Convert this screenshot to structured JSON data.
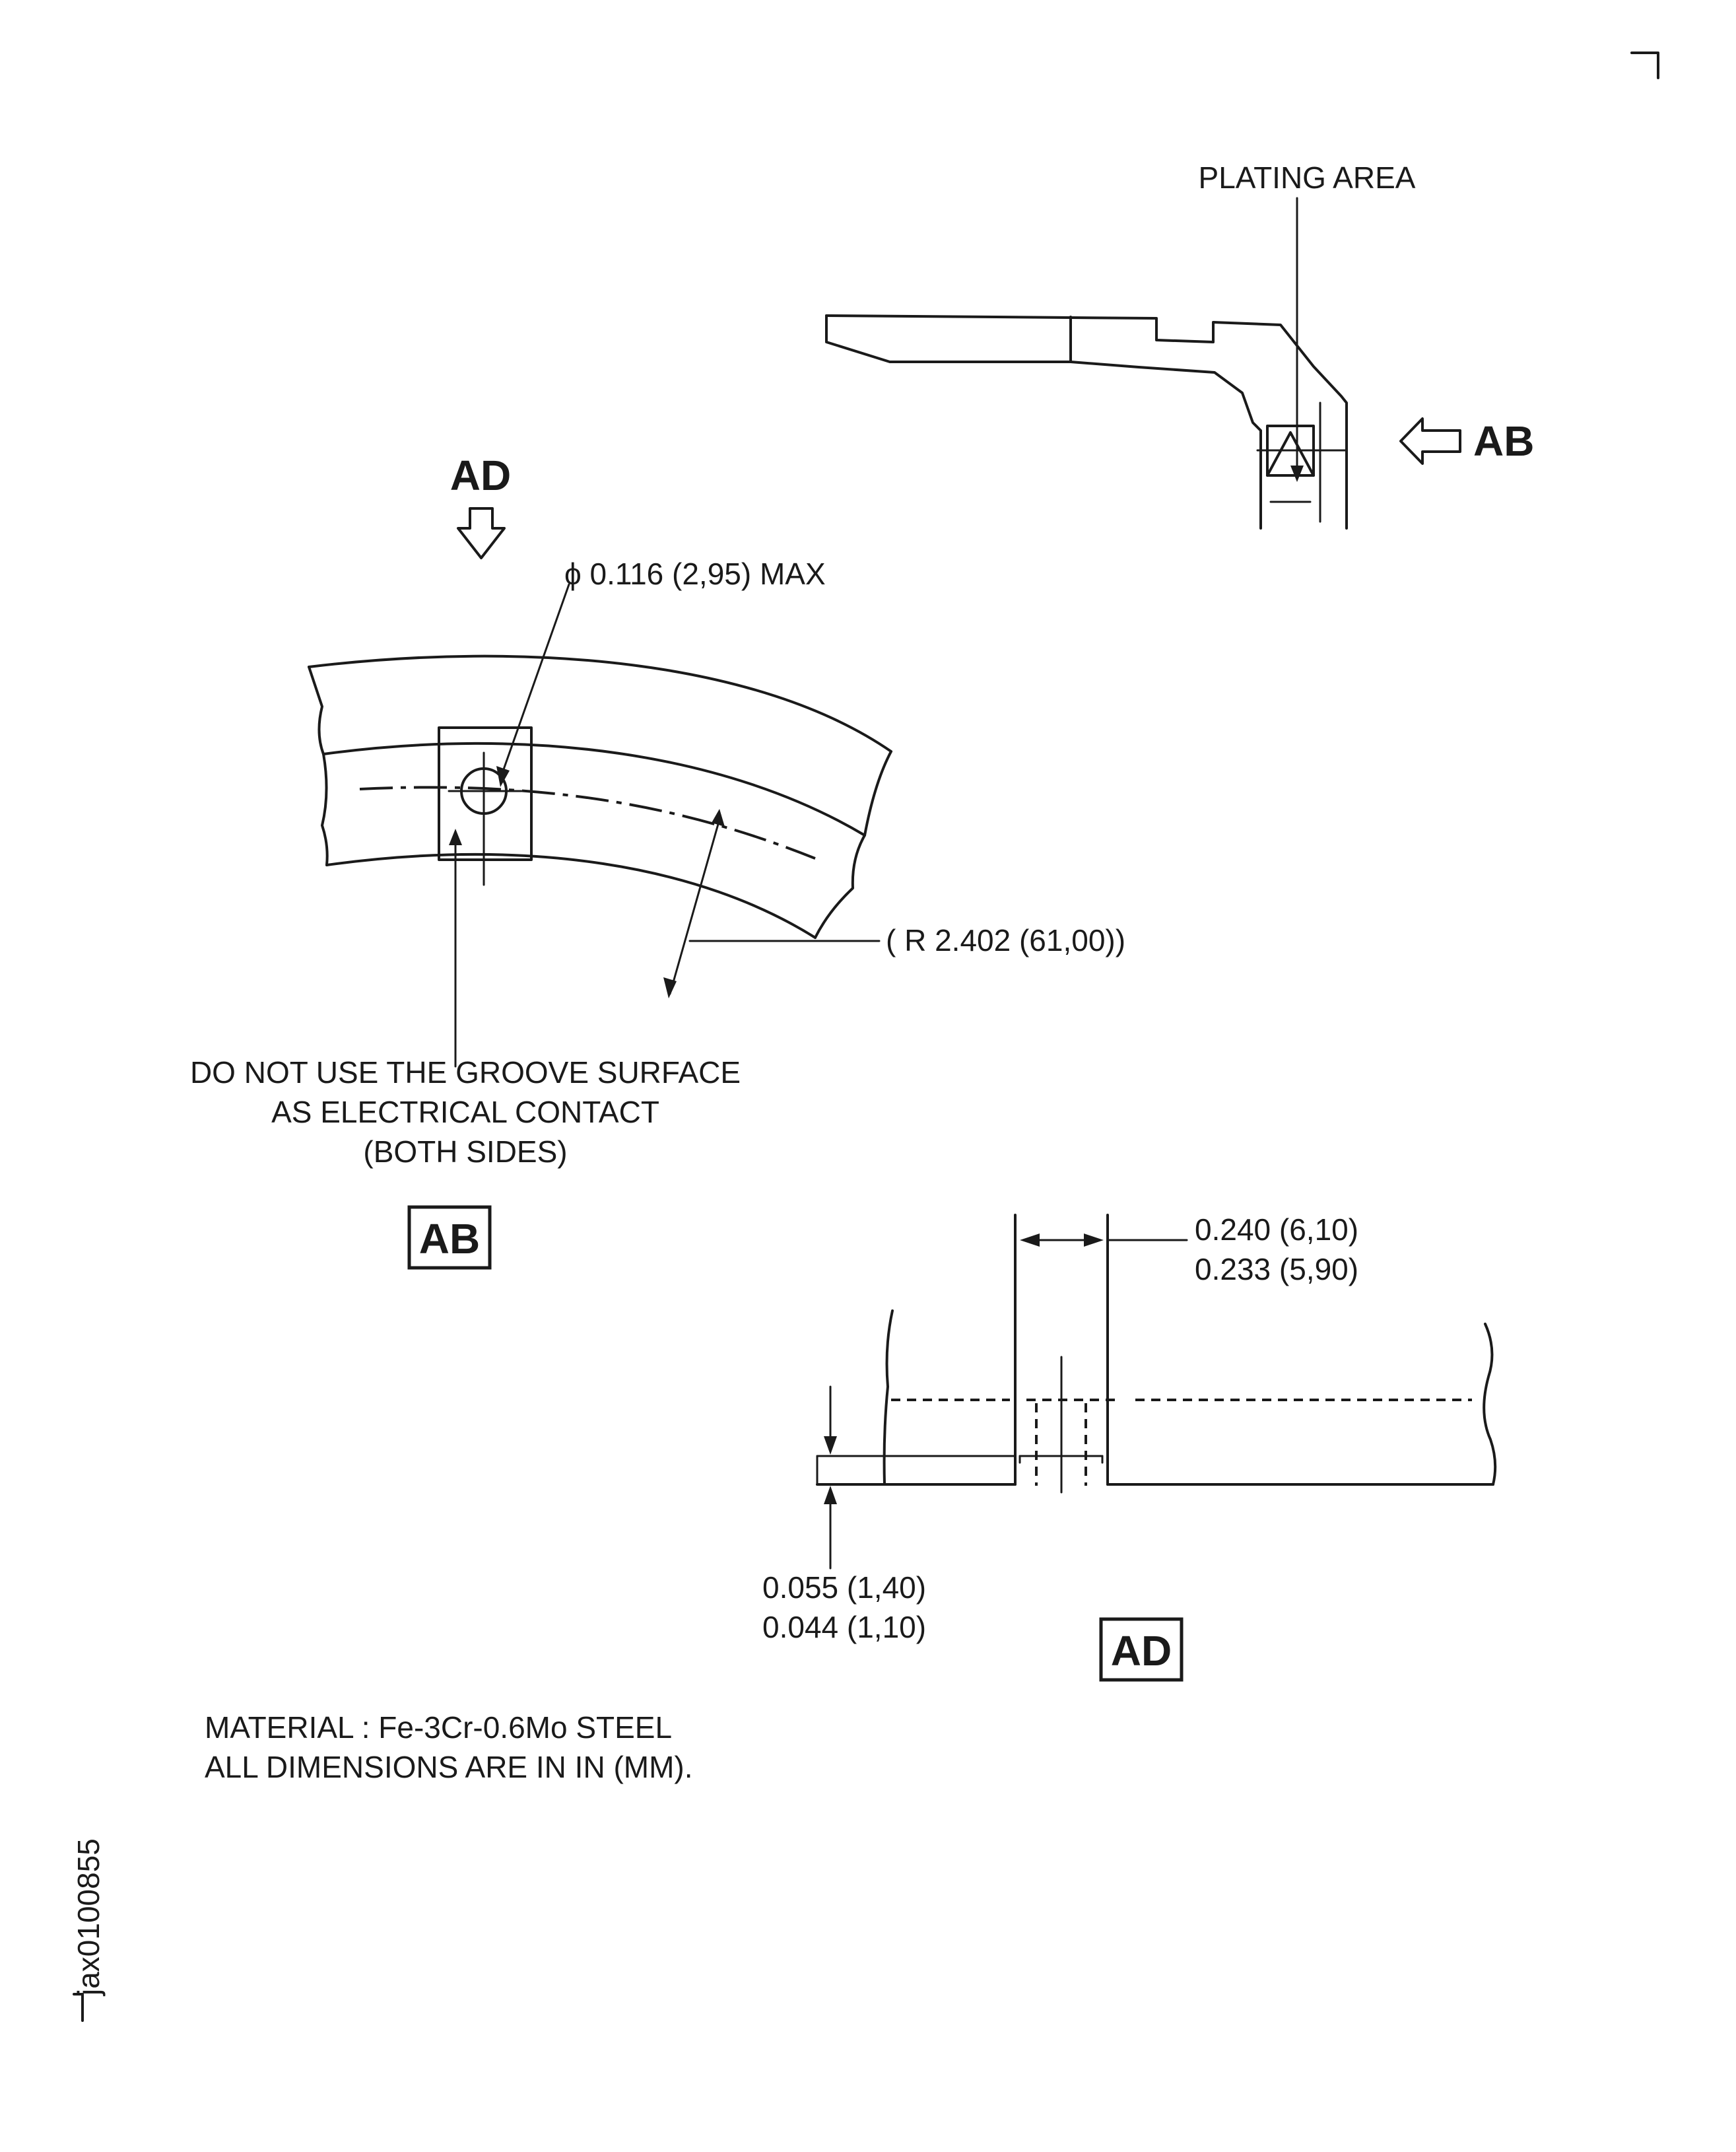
{
  "labels": {
    "plating_area": "PLATING AREA",
    "view_arrow_ab": "AB",
    "view_arrow_ad": "AD",
    "hole_diameter": "ϕ 0.116 (2,95) MAX",
    "radius": "( R 2.402 (61,00))",
    "groove_note": [
      "DO NOT USE THE GROOVE SURFACE",
      "AS ELECTRICAL CONTACT",
      "(BOTH SIDES)"
    ],
    "view_ab_title": "AB",
    "slot_width_max": "0.240 (6,10)",
    "slot_width_min": "0.233 (5,90)",
    "depth_max": "0.055 (1,40)",
    "depth_min": "0.044 (1,10)",
    "view_ad_title": "AD",
    "material": "MATERIAL : Fe-3Cr-0.6Mo STEEL",
    "units": "ALL DIMENSIONS ARE IN IN (MM).",
    "drawing_id": "jax0100855"
  }
}
